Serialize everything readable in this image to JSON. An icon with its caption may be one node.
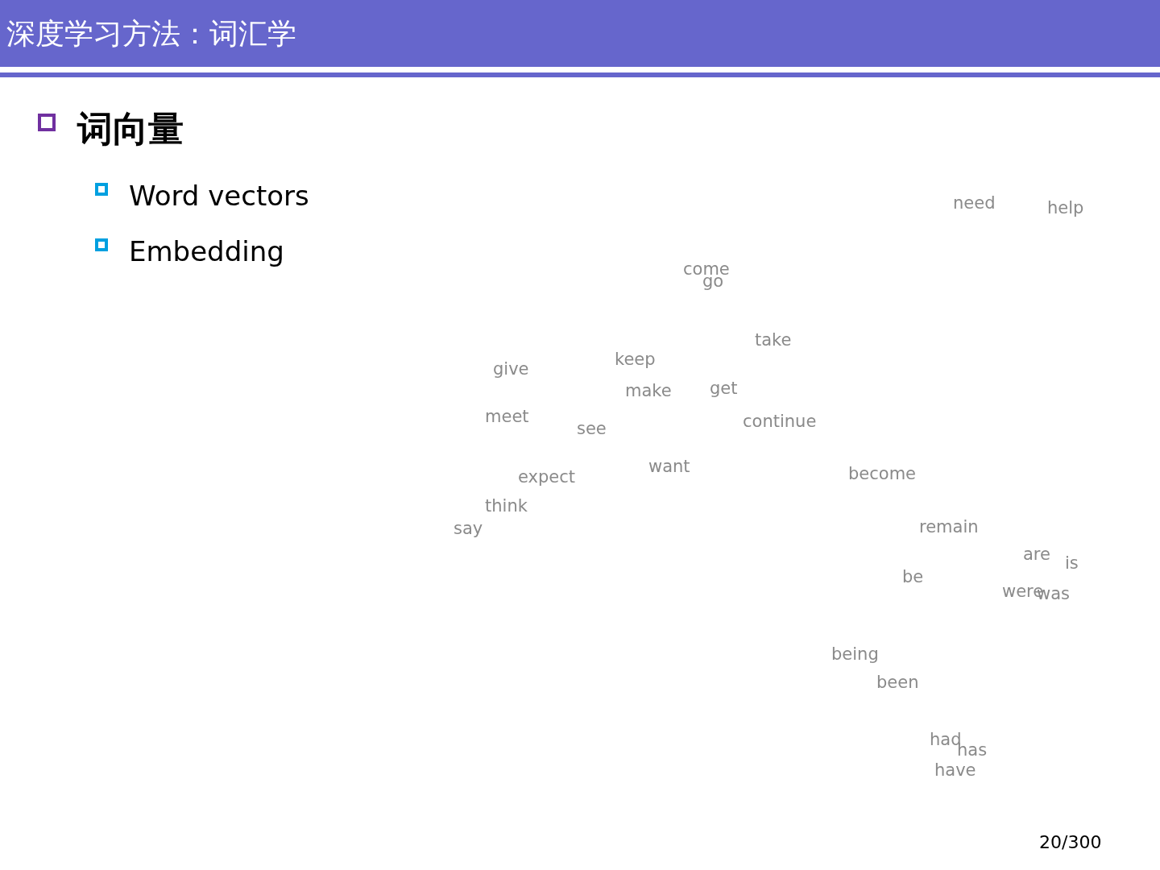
{
  "diagram": {
    "title": "深度学习方法：词汇学",
    "labels": [
      "词向量",
      "Word vectors",
      "Embedding",
      "need",
      "help",
      "come",
      "go",
      "take",
      "keep",
      "give",
      "get",
      "make",
      "meet",
      "continue",
      "see",
      "want",
      "become",
      "expect",
      "think",
      "remain",
      "say",
      "are",
      "is",
      "be",
      "were",
      "was",
      "being",
      "been",
      "had",
      "has",
      "have",
      "20/300"
    ]
  }
}
